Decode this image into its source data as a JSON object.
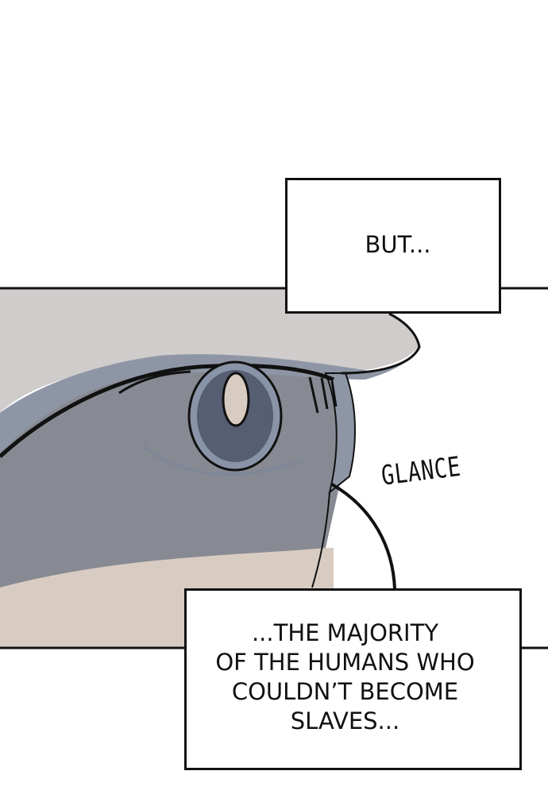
{
  "captions": {
    "top": "BUT...",
    "bottom": "...THE MAJORITY\nOF THE HUMANS WHO\nCOULDN’T BECOME\nSLAVES..."
  },
  "sfx": "GLANCE",
  "colors": {
    "panel_line": "#111111",
    "skin_highlight": "#d8ccc2",
    "skin_shadow": "#888a93",
    "hair_light": "#cfcccb",
    "hair_dark": "#8e96a6",
    "iris": "#8a94a8",
    "pupil": "#565e72"
  }
}
